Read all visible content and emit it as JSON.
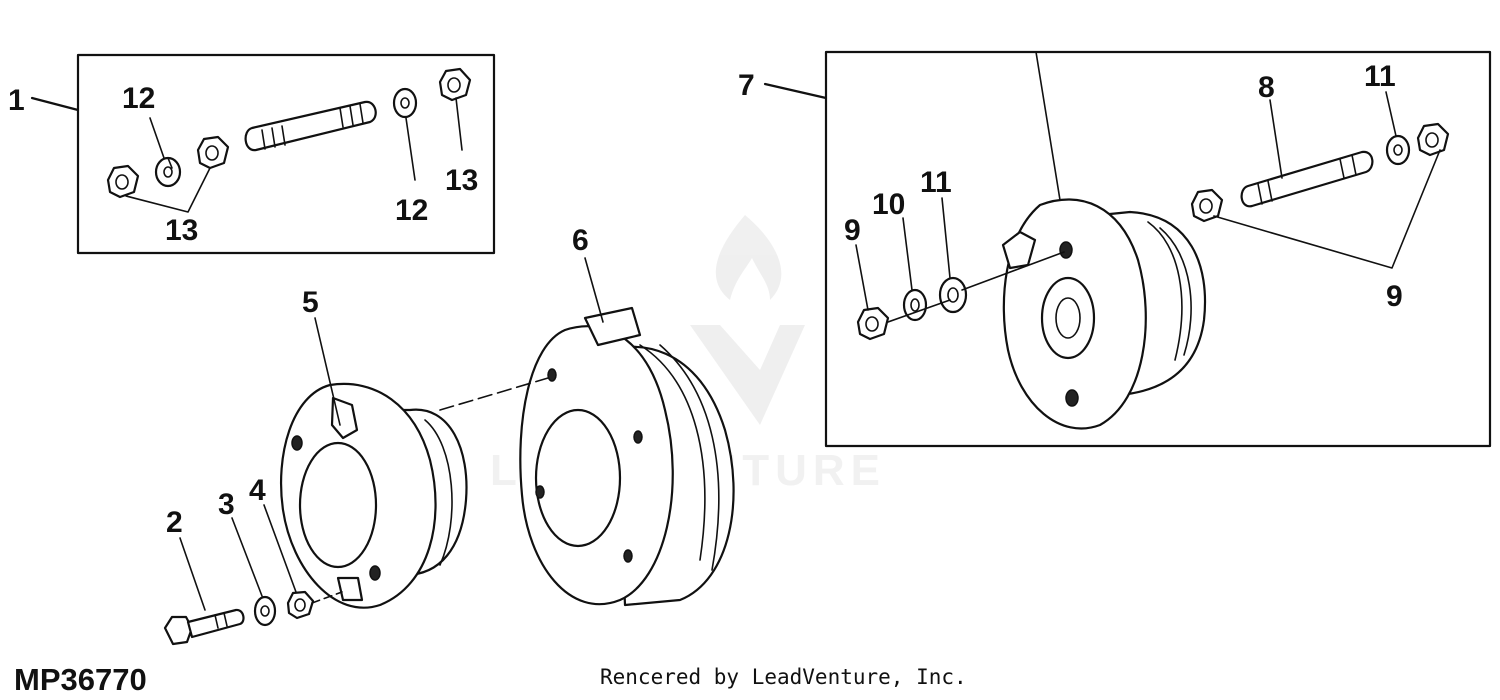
{
  "figure": {
    "code": "MP36770",
    "credit": "Rencered by LeadVenture, Inc.",
    "watermark": "LEADVENTURE"
  },
  "callouts": {
    "c1": "1",
    "c2": "2",
    "c3": "3",
    "c4": "4",
    "c5": "5",
    "c6": "6",
    "c7": "7",
    "c8": "8",
    "c9_a": "9",
    "c9_b": "9",
    "c10": "10",
    "c11_a": "11",
    "c11_b": "11",
    "c12_a": "12",
    "c12_b": "12",
    "c13_a": "13",
    "c13_b": "13"
  }
}
